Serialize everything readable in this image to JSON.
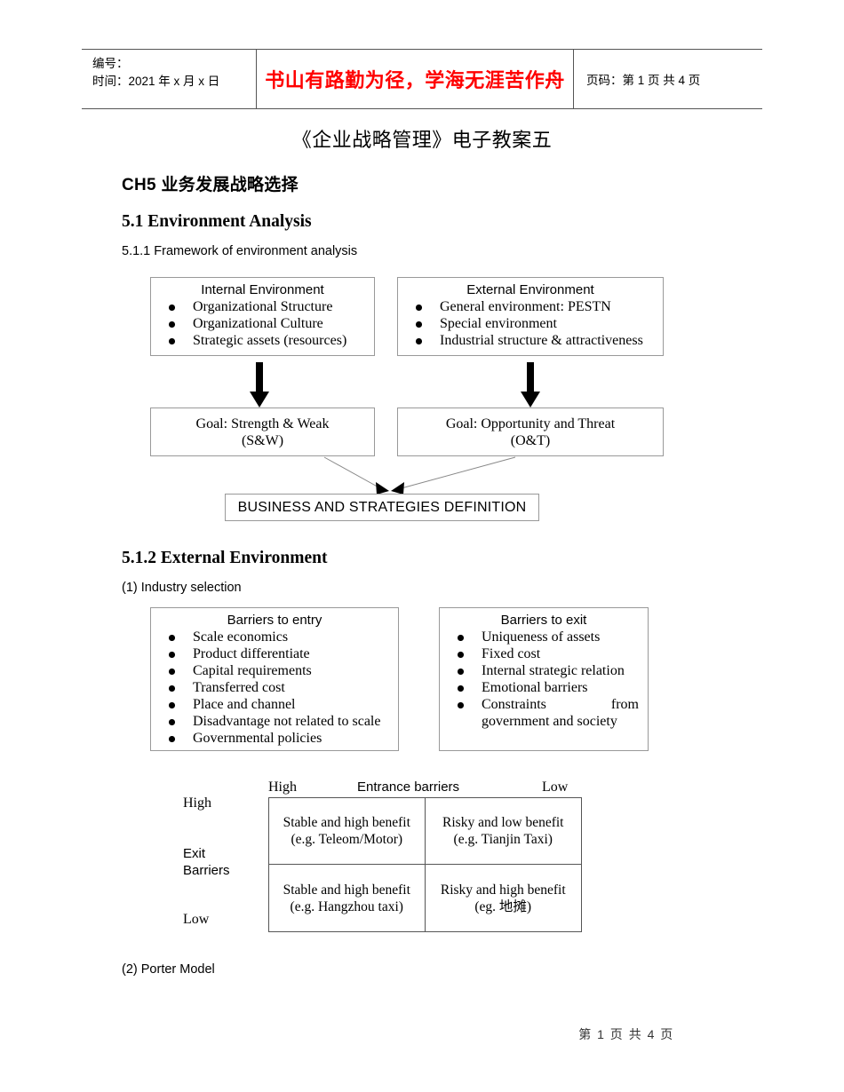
{
  "header": {
    "left_line1": "编号：",
    "left_line2": "时间：2021 年 x 月 x 日",
    "slogan": "书山有路勤为径，学海无涯苦作舟",
    "slogan_color": "#ff0000",
    "page_info": "页码：第 1 页  共 4 页"
  },
  "doc_title": "《企业战略管理》电子教案五",
  "chapter_title": "CH5  业务发展战略选择",
  "sections": {
    "s51": "5.1 Environment Analysis",
    "s511": "5.1.1   Framework of environment analysis",
    "s512": "5.1.2 External Environment",
    "item1": "(1) Industry selection",
    "item2": "(2)  Porter Model"
  },
  "framework": {
    "internal": {
      "title": "Internal Environment",
      "items": [
        "Organizational Structure",
        "Organizational Culture",
        "Strategic assets (resources)"
      ]
    },
    "external": {
      "title": "External Environment",
      "items": [
        "General environment: PESTN",
        "Special environment",
        "Industrial structure & attractiveness"
      ]
    },
    "goal_left_line1": "Goal: Strength & Weak",
    "goal_left_line2": "(S&W)",
    "goal_right_line1": "Goal: Opportunity and Threat",
    "goal_right_line2": "(O&T)",
    "business_box": "BUSINESS AND STRATEGIES DEFINITION"
  },
  "barriers": {
    "entry": {
      "title": "Barriers to entry",
      "items": [
        "Scale economics",
        "Product differentiate",
        "Capital requirements",
        "Transferred cost",
        "Place and channel",
        "Disadvantage not related to scale",
        "Governmental policies"
      ]
    },
    "exit": {
      "title": "Barriers to exit",
      "items": [
        "Uniqueness of assets",
        "Fixed cost",
        "Internal strategic relation",
        "Emotional barriers"
      ],
      "last_item": "Constraints from",
      "last_item_cont": "government and society"
    }
  },
  "matrix": {
    "top_axis_title": "Entrance barriers",
    "top_left_label": "High",
    "top_right_label": "Low",
    "left_axis_title_line1": "Exit",
    "left_axis_title_line2": "Barriers",
    "left_top_label": "High",
    "left_bottom_label": "Low",
    "cells": [
      {
        "line1": "Stable and high benefit",
        "line2": "(e.g. Teleom/Motor)"
      },
      {
        "line1": "Risky and low benefit",
        "line2": "(e.g. Tianjin Taxi)"
      },
      {
        "line1": "Stable and high benefit",
        "line2": "(e.g. Hangzhou taxi)"
      },
      {
        "line1": "Risky and high benefit",
        "line2": "(eg. 地摊)"
      }
    ]
  },
  "footer": "第 1 页 共 4 页"
}
